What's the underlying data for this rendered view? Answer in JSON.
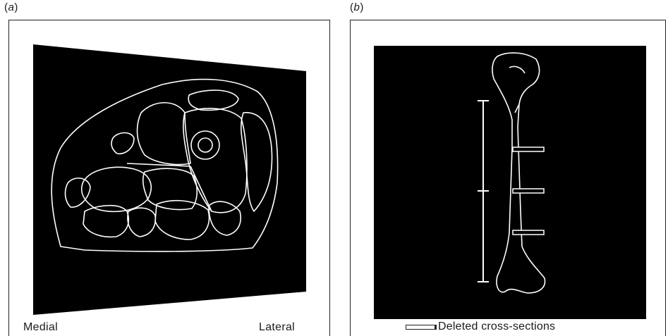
{
  "panels": {
    "a": {
      "label_open": "(",
      "label_letter": "a",
      "label_close": ")"
    },
    "b": {
      "label_open": "(",
      "label_letter": "b",
      "label_close": ")"
    }
  },
  "panel_a": {
    "left_label": "Medial",
    "right_label": "Lateral"
  },
  "panel_b": {
    "legend_label": "Deleted cross-sections"
  },
  "colors": {
    "background": "#000000",
    "outline": "#ffffff",
    "frame": "#222222"
  }
}
